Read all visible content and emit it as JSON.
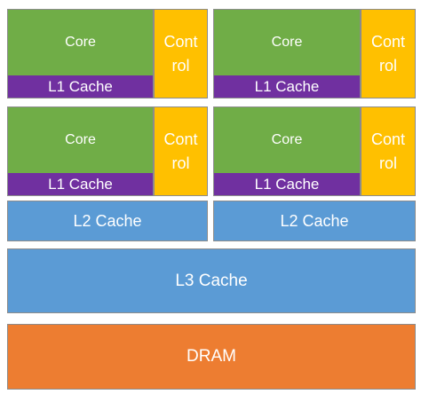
{
  "cores": [
    {
      "core_label": "Core",
      "control_label": "Control",
      "l1_label": "L1 Cache"
    },
    {
      "core_label": "Core",
      "control_label": "Control",
      "l1_label": "L1 Cache"
    },
    {
      "core_label": "Core",
      "control_label": "Control",
      "l1_label": "L1 Cache"
    },
    {
      "core_label": "Core",
      "control_label": "Control",
      "l1_label": "L1 Cache"
    }
  ],
  "l2": [
    {
      "label": "L2 Cache"
    },
    {
      "label": "L2 Cache"
    }
  ],
  "l3": {
    "label": "L3 Cache"
  },
  "dram": {
    "label": "DRAM"
  },
  "colors": {
    "core": "#70ad47",
    "l1_cache": "#7030a0",
    "control": "#ffc000",
    "cache": "#5b9bd5",
    "dram": "#ed7d31"
  }
}
